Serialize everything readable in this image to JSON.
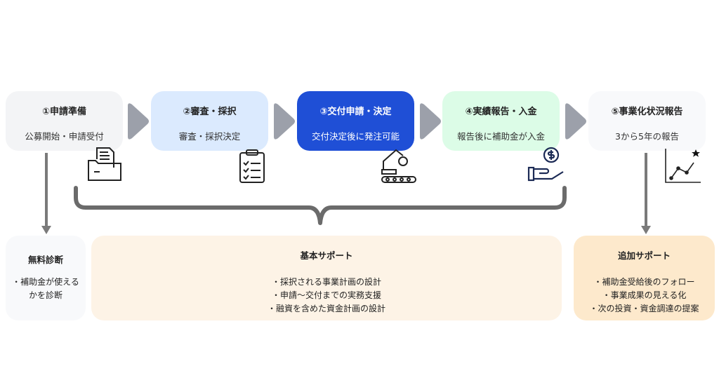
{
  "steps": [
    {
      "title": "①申請準備",
      "subtitle": "公募開始・申請受付",
      "color": "#f3f4f6"
    },
    {
      "title": "②審査・採択",
      "subtitle": "審査・採択決定",
      "color": "#dbeafe"
    },
    {
      "title": "③交付申請・決定",
      "subtitle": "交付決定後に発注可能",
      "color": "#1f4fd6"
    },
    {
      "title": "④実績報告・入金",
      "subtitle": "報告後に補助金が入金",
      "color": "#dcfce7"
    },
    {
      "title": "⑤事業化状況報告",
      "subtitle": "3から5年の報告",
      "color": "#f8f9fb"
    }
  ],
  "free_diagnosis": {
    "title": "無料診断",
    "lines": [
      "・補助金が使える",
      "かを診断"
    ]
  },
  "basic_support": {
    "title": "基本サポート",
    "lines": [
      "・採択される事業計画の設計",
      "・申請〜交付までの実務支援",
      "・融資を含めた資金計画の設計"
    ]
  },
  "extra_support": {
    "title": "追加サポート",
    "lines": [
      "・補助金受給後のフォロー",
      "・事業成果の見える化",
      "・次の投資・資金調達の提案"
    ]
  }
}
